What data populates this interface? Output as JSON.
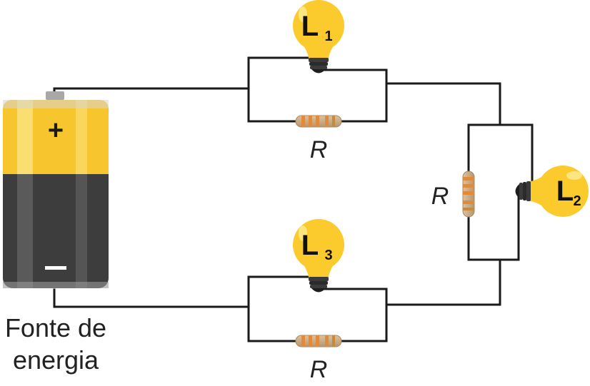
{
  "battery": {
    "positive_sign": "+",
    "negative_sign": "−",
    "label_line1": "Fonte de",
    "label_line2": "energia",
    "colors": {
      "top": "#f7c62f",
      "bottom": "#3d3d3d"
    }
  },
  "lamps": [
    {
      "id": "L1",
      "main": "L",
      "sub": "1"
    },
    {
      "id": "L2",
      "main": "L",
      "sub": "2"
    },
    {
      "id": "L3",
      "main": "L",
      "sub": "3"
    }
  ],
  "resistors": [
    {
      "id": "R-top",
      "label": "R"
    },
    {
      "id": "R-right",
      "label": "R"
    },
    {
      "id": "R-bottom",
      "label": "R"
    }
  ],
  "colors": {
    "bulb": "#fbcb2e",
    "bulb_shine": "#fde98a",
    "wire": "#1a1a1a"
  }
}
